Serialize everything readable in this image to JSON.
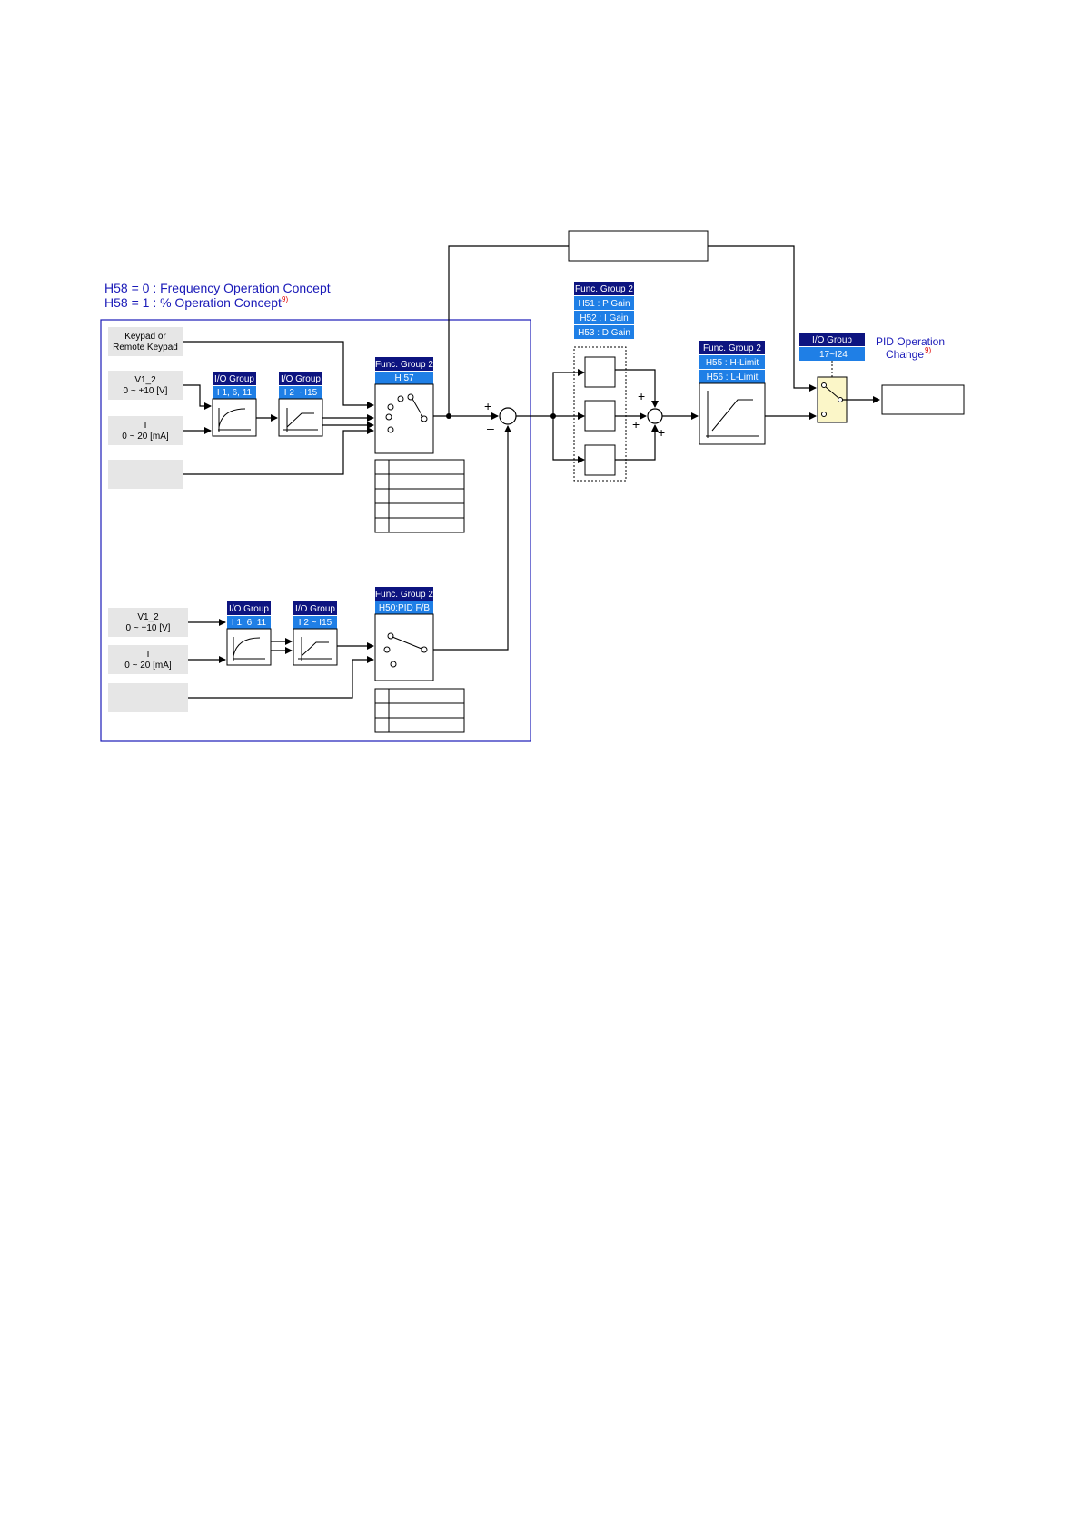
{
  "legend": {
    "line1": "H58 = 0 : Frequency Operation Concept",
    "line2": "H58 = 1 : % Operation Concept",
    "line2_note": "9)"
  },
  "sources": {
    "keypad": [
      "Keypad or",
      "Remote Keypad"
    ],
    "v1_top": [
      "V1_2",
      "0 ~ +10 [V]"
    ],
    "i_top": [
      "I",
      "0 ~ 20 [mA]"
    ],
    "v1_bottom": [
      "V1_2",
      "0 ~ +10 [V]"
    ],
    "i_bottom": [
      "I",
      "0 ~ 20 [mA]"
    ]
  },
  "groups": {
    "io_filter_top": {
      "title": "I/O Group",
      "param": "I 1, 6, 11"
    },
    "io_scale_top": {
      "title": "I/O Group",
      "param": "I 2 ~ I15"
    },
    "ref_select": {
      "title": "Func. Group 2",
      "param": "H 57"
    },
    "io_filter_bottom": {
      "title": "I/O Group",
      "param": "I 1, 6, 11"
    },
    "io_scale_bottom": {
      "title": "I/O Group",
      "param": "I 2 ~ I15"
    },
    "fb_select": {
      "title": "Func. Group 2",
      "param": "H50:PID F/B"
    },
    "gains": {
      "title": "Func. Group 2",
      "params": [
        "H51 : P Gain",
        "H52 : I Gain",
        "H53 : D Gain"
      ]
    },
    "limits": {
      "title": "Func. Group 2",
      "params": [
        "H55 : H-Limit",
        "H56 : L-Limit"
      ]
    },
    "pid_change": {
      "title": "I/O Group",
      "param": "I17~I24"
    }
  },
  "pid_change_label": {
    "line1": "PID Operation",
    "line2": "Change",
    "note": "9)"
  },
  "signs": {
    "plus": "+",
    "minus": "–"
  },
  "colors": {
    "header_dark": "#0d1480",
    "header_light": "#1f7fe6",
    "title_blue": "#1a1ab8",
    "placeholder_gray": "#e6e6e6",
    "switch_yellow": "#fbf6c8",
    "note_red": "#e00000"
  }
}
